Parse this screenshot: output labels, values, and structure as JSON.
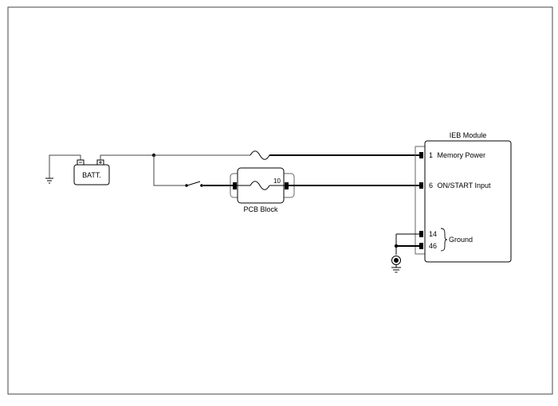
{
  "battery": {
    "label": "BATT."
  },
  "pcb_block": {
    "label": "PCB Block",
    "pin": "10"
  },
  "module": {
    "title": "IEB Module",
    "pins": [
      {
        "number": "1",
        "name": "Memory Power"
      },
      {
        "number": "6",
        "name": "ON/START Input"
      }
    ],
    "ground_pins": [
      "14",
      "46"
    ],
    "ground_label": "Ground"
  },
  "colors": {
    "line": "#000000",
    "frame": "#444444"
  }
}
